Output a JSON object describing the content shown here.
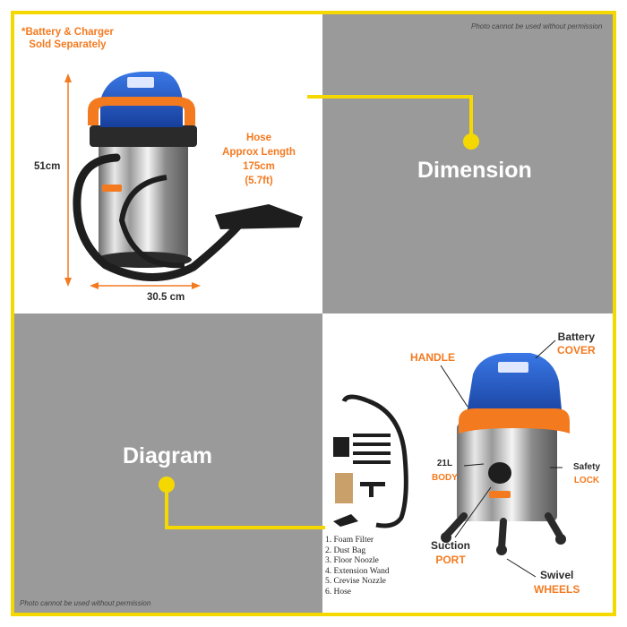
{
  "notices": {
    "battery_line1": "*Battery & Charger",
    "battery_line2": "Sold Separately",
    "permission_top": "Photo cannot be used without permission",
    "permission_bottom": "Photo cannot be used without permission"
  },
  "dimension": {
    "height": "51cm",
    "width": "30.5 cm",
    "hose_title1": "Hose",
    "hose_title2": "Approx Length",
    "hose_length": "175cm",
    "hose_length_ft": "(5.7ft)",
    "section_label": "Dimension"
  },
  "diagram": {
    "section_label": "Diagram",
    "accessories": [
      "1. Foam Filter",
      "2. Dust Bag",
      "3. Floor Noozle",
      "4. Extension Wand",
      "5. Crevise Nozzle",
      "6. Hose"
    ]
  },
  "parts": {
    "battery_dark": "Battery",
    "battery_orange": "COVER",
    "handle": "HANDLE",
    "body_dark": "21L",
    "body_orange": "BODY",
    "safety_dark": "Safety",
    "safety_orange": "LOCK",
    "suction_dark": "Suction",
    "suction_orange": "PORT",
    "swivel_dark": "Swivel",
    "swivel_orange": "WHEELS"
  },
  "colors": {
    "frame_yellow": "#f5d800",
    "accent_orange": "#f47a20",
    "panel_gray": "#9a9a9a",
    "lid_blue": "#1f55c8"
  }
}
